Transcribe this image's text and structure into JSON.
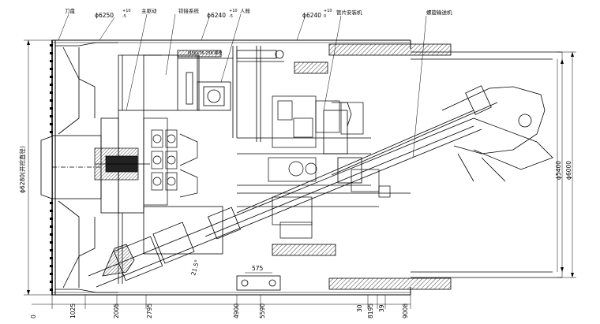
{
  "callouts": {
    "cutterhead": "刀盘",
    "main_drive": "主驱动",
    "articulation": "铰接系统",
    "manlock": "人舱",
    "segment_erector": "管片安装机",
    "screw_conveyor": "螺旋输送机"
  },
  "shield_diameters": {
    "front": "ϕ6250",
    "front_tol_upper": "-5",
    "front_tol_lower": "+10",
    "middle": "ϕ6240",
    "middle_tol_upper": "-5",
    "middle_tol_lower": "+10",
    "tail": "ϕ6240",
    "tail_tol_upper": "0",
    "tail_tol_lower": "+10"
  },
  "vertical_dims": {
    "cutter_dia": "ϕ6280(开挖直径)",
    "tunnel_id": "ϕ5400",
    "tunnel_od": "ϕ6000"
  },
  "bottom_dims": [
    "0",
    "1025",
    "2005",
    "2795",
    "4900",
    "5590",
    "30",
    "8195",
    "39",
    "9008"
  ],
  "internal_dims": {
    "offset_575": "575",
    "angle": "21.5°"
  },
  "small_text": {
    "block_label": "M36X76-258 螺栓"
  },
  "colors": {
    "line": "#000000",
    "hatch": "#555555",
    "background": "#ffffff"
  }
}
